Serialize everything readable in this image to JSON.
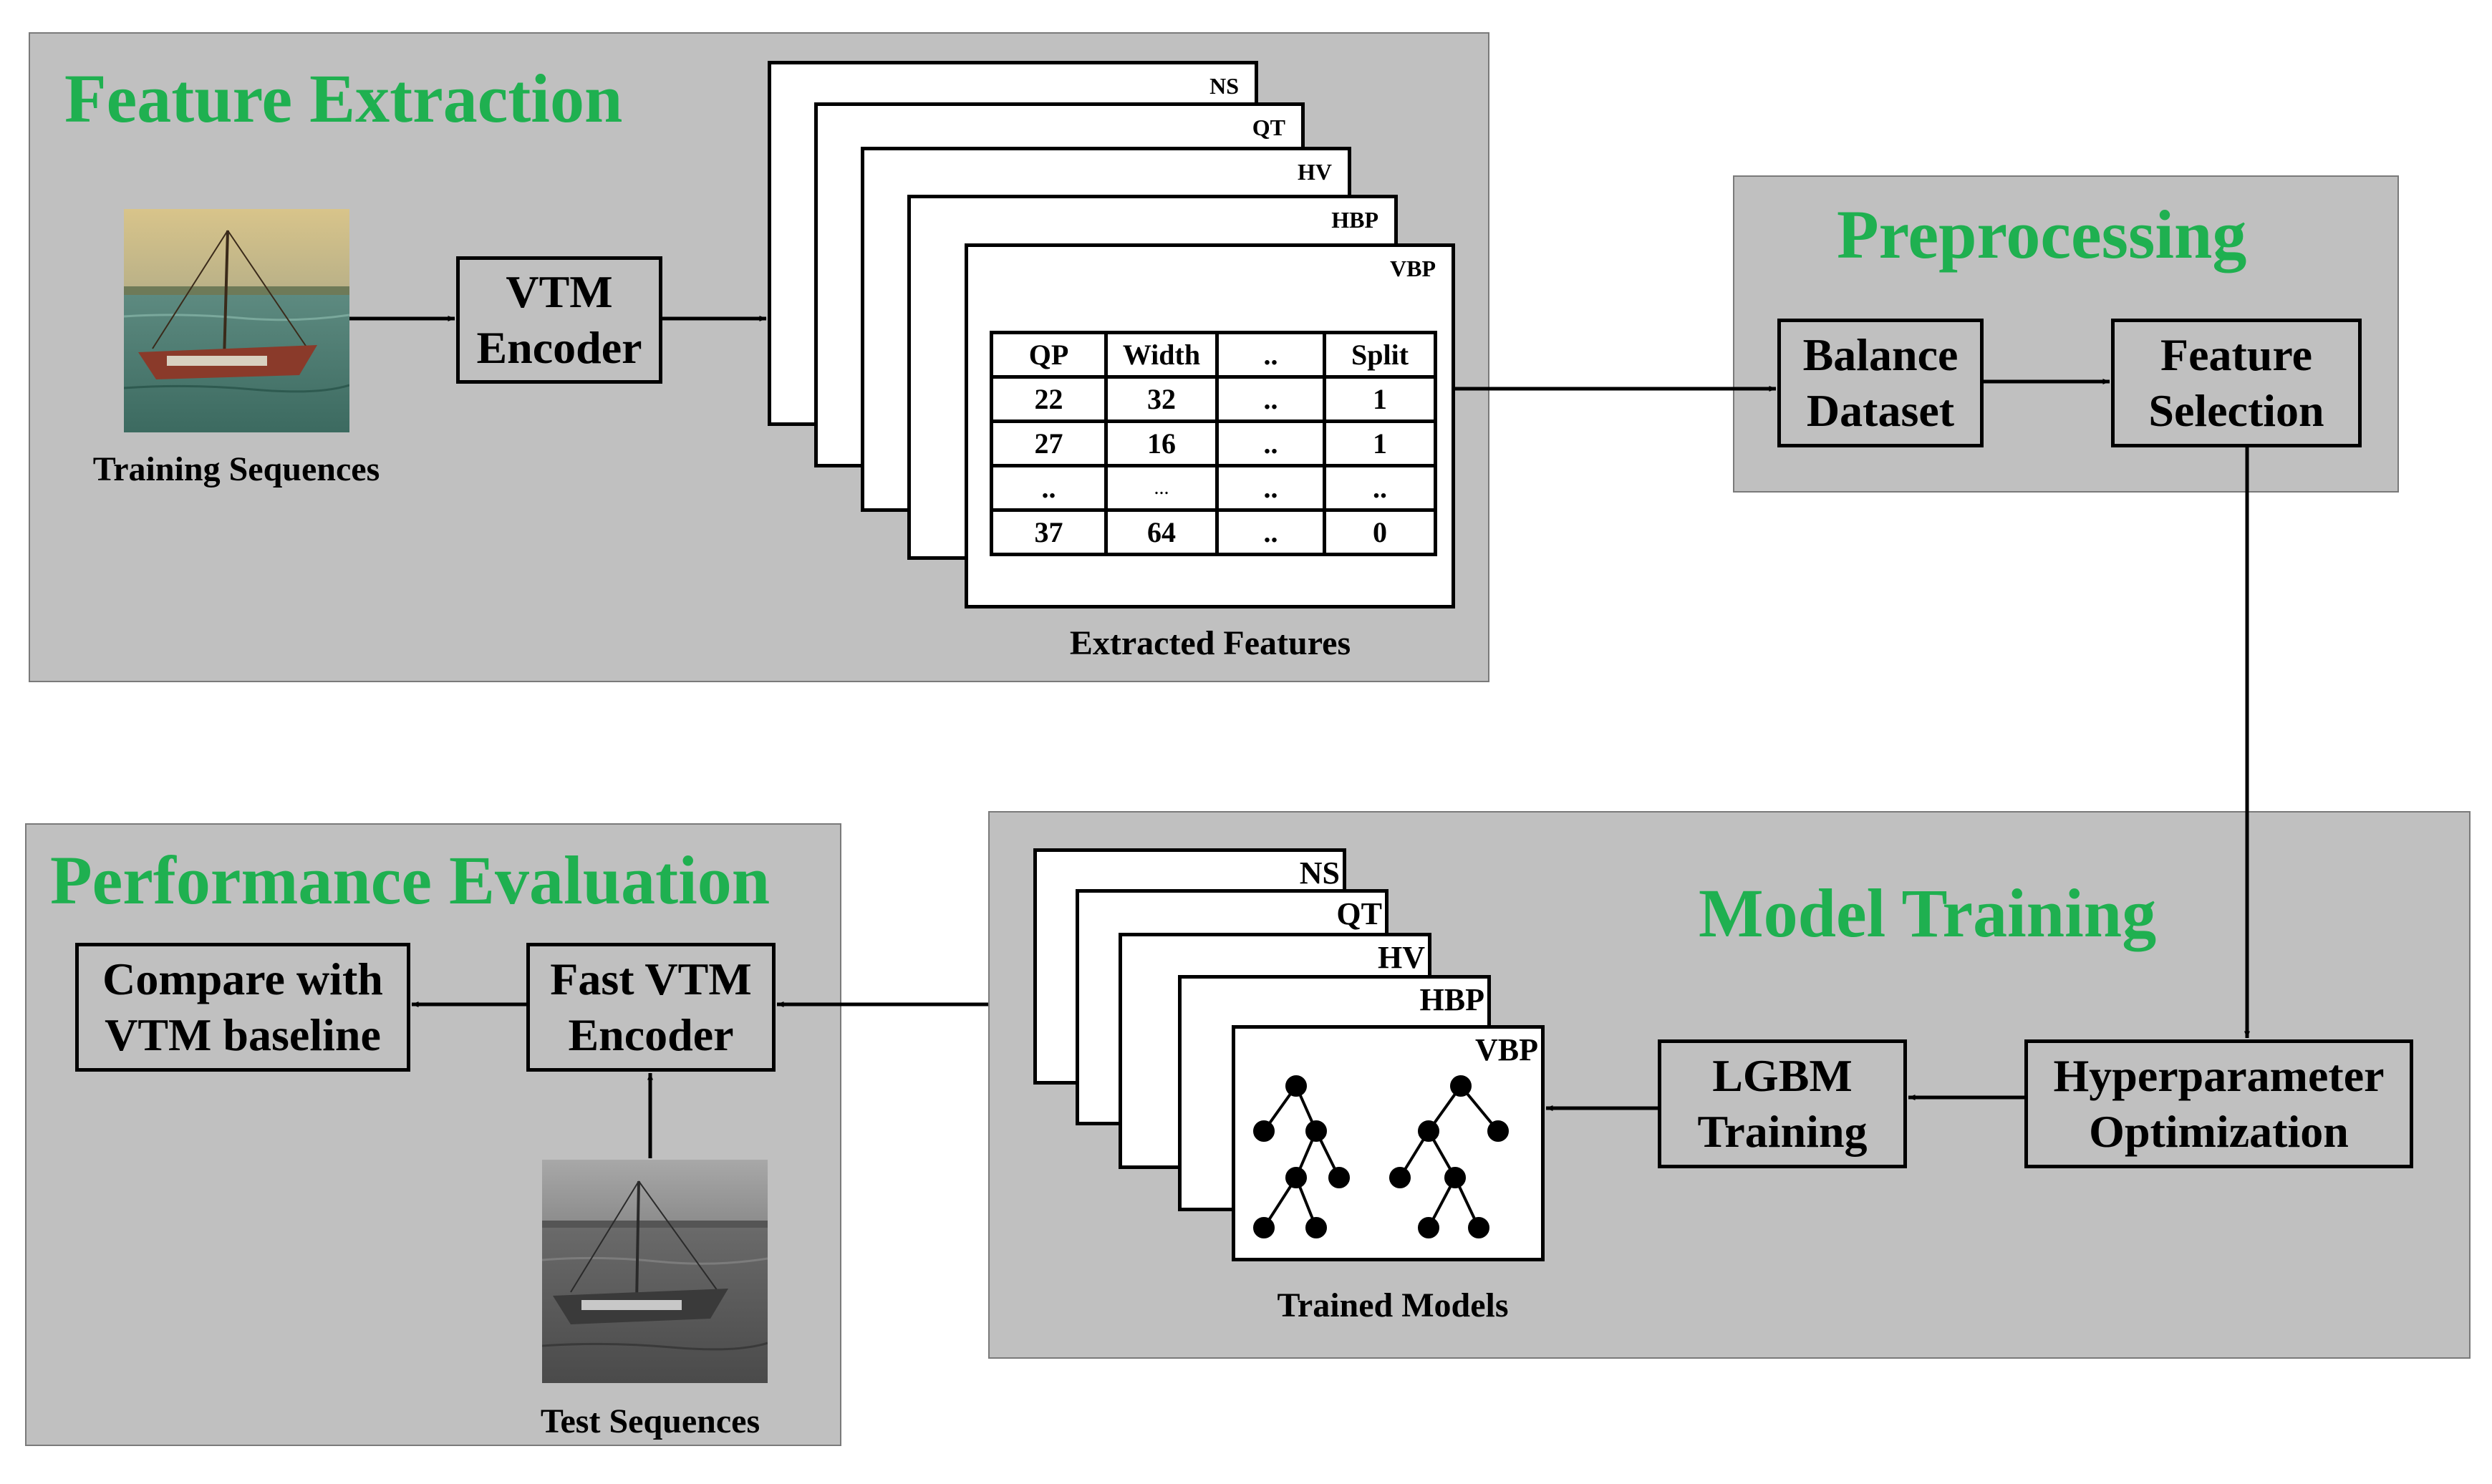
{
  "colors": {
    "panel_bg": "#c0c0c0",
    "title_green": "#1fb050",
    "line": "#000000"
  },
  "feature_extraction": {
    "title": "Feature Extraction",
    "encoder": [
      "VTM",
      "Encoder"
    ],
    "training_caption": "Training Sequences",
    "cards": [
      "NS",
      "QT",
      "HV",
      "HBP",
      "VBP"
    ],
    "table": {
      "headers": [
        "QP",
        "Width",
        "..",
        "Split"
      ],
      "rows": [
        [
          "22",
          "32",
          "..",
          "1"
        ],
        [
          "27",
          "16",
          "..",
          "1"
        ],
        [
          "..",
          "...",
          "..",
          ".."
        ],
        [
          "37",
          "64",
          "..",
          "0"
        ]
      ]
    },
    "features_caption": "Extracted Features"
  },
  "preprocessing": {
    "title": "Preprocessing",
    "balance": [
      "Balance",
      "Dataset"
    ],
    "selection": [
      "Feature",
      "Selection"
    ]
  },
  "model_training": {
    "title": "Model Training",
    "hyper": [
      "Hyperparameter",
      "Optimization"
    ],
    "lgbm": [
      "LGBM",
      "Training"
    ],
    "cards": [
      "NS",
      "QT",
      "HV",
      "HBP",
      "VBP"
    ],
    "models_caption": "Trained Models"
  },
  "performance_evaluation": {
    "title": "Performance Evaluation",
    "fast_encoder": [
      "Fast VTM",
      "Encoder"
    ],
    "compare": [
      "Compare with",
      "VTM baseline"
    ],
    "test_caption": "Test Sequences"
  }
}
